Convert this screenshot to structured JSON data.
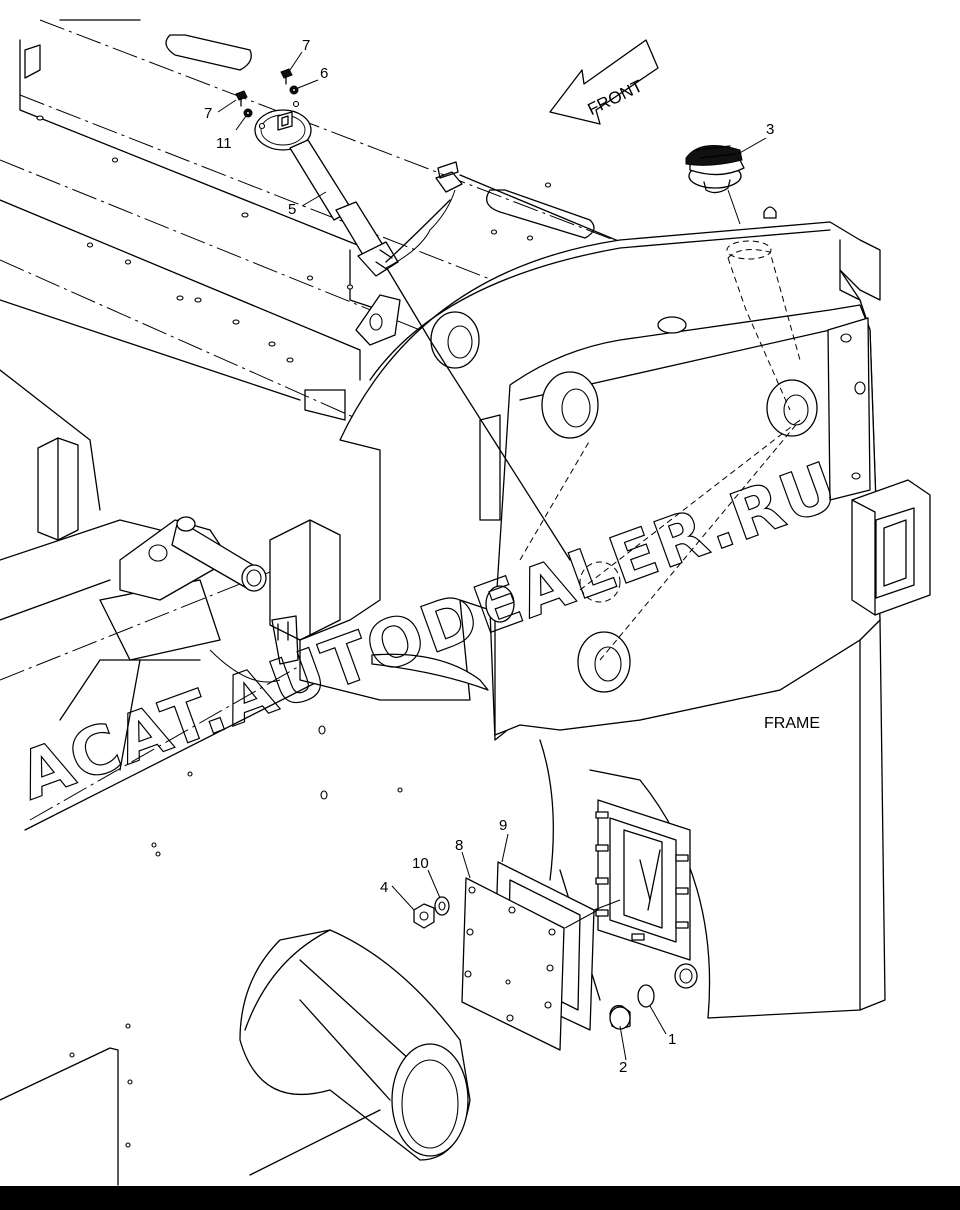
{
  "diagram": {
    "front_label": "FRONT",
    "frame_label": "FRAME",
    "watermark": "ACAT.AUTODEALER.RU",
    "callouts": {
      "c1": "1",
      "c2": "2",
      "c3": "3",
      "c4": "4",
      "c5": "5",
      "c6": "6",
      "c7a": "7",
      "c7b": "7",
      "c8": "8",
      "c9": "9",
      "c10": "10",
      "c11": "11"
    }
  }
}
